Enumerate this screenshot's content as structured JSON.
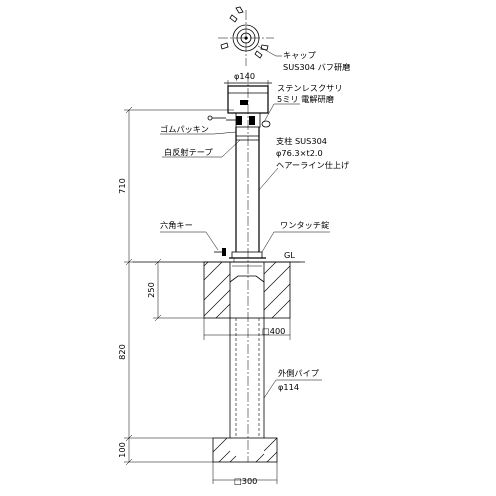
{
  "labels": {
    "cap": "キャップ",
    "cap_spec": "SUS304 バフ研磨",
    "cap_dia": "φ140",
    "chain": "ステンレスクサリ",
    "chain_spec": "5ミリ 電解研磨",
    "rubber": "ゴムパッキン",
    "tape": "白反射テープ",
    "post": "支柱 SUS304",
    "post_dim": "φ76.3×t2.0",
    "post_finish": "ヘアーライン仕上げ",
    "lock": "ワンタッチ錠",
    "hex_key": "六角キー",
    "gl": "GL",
    "foundation": "□400",
    "outer_pipe": "外側パイプ",
    "outer_dia": "φ114",
    "base": "□300"
  },
  "dimensions": {
    "above_ground": "710",
    "below_ground": "820",
    "foundation_depth": "250",
    "base_height": "100"
  }
}
